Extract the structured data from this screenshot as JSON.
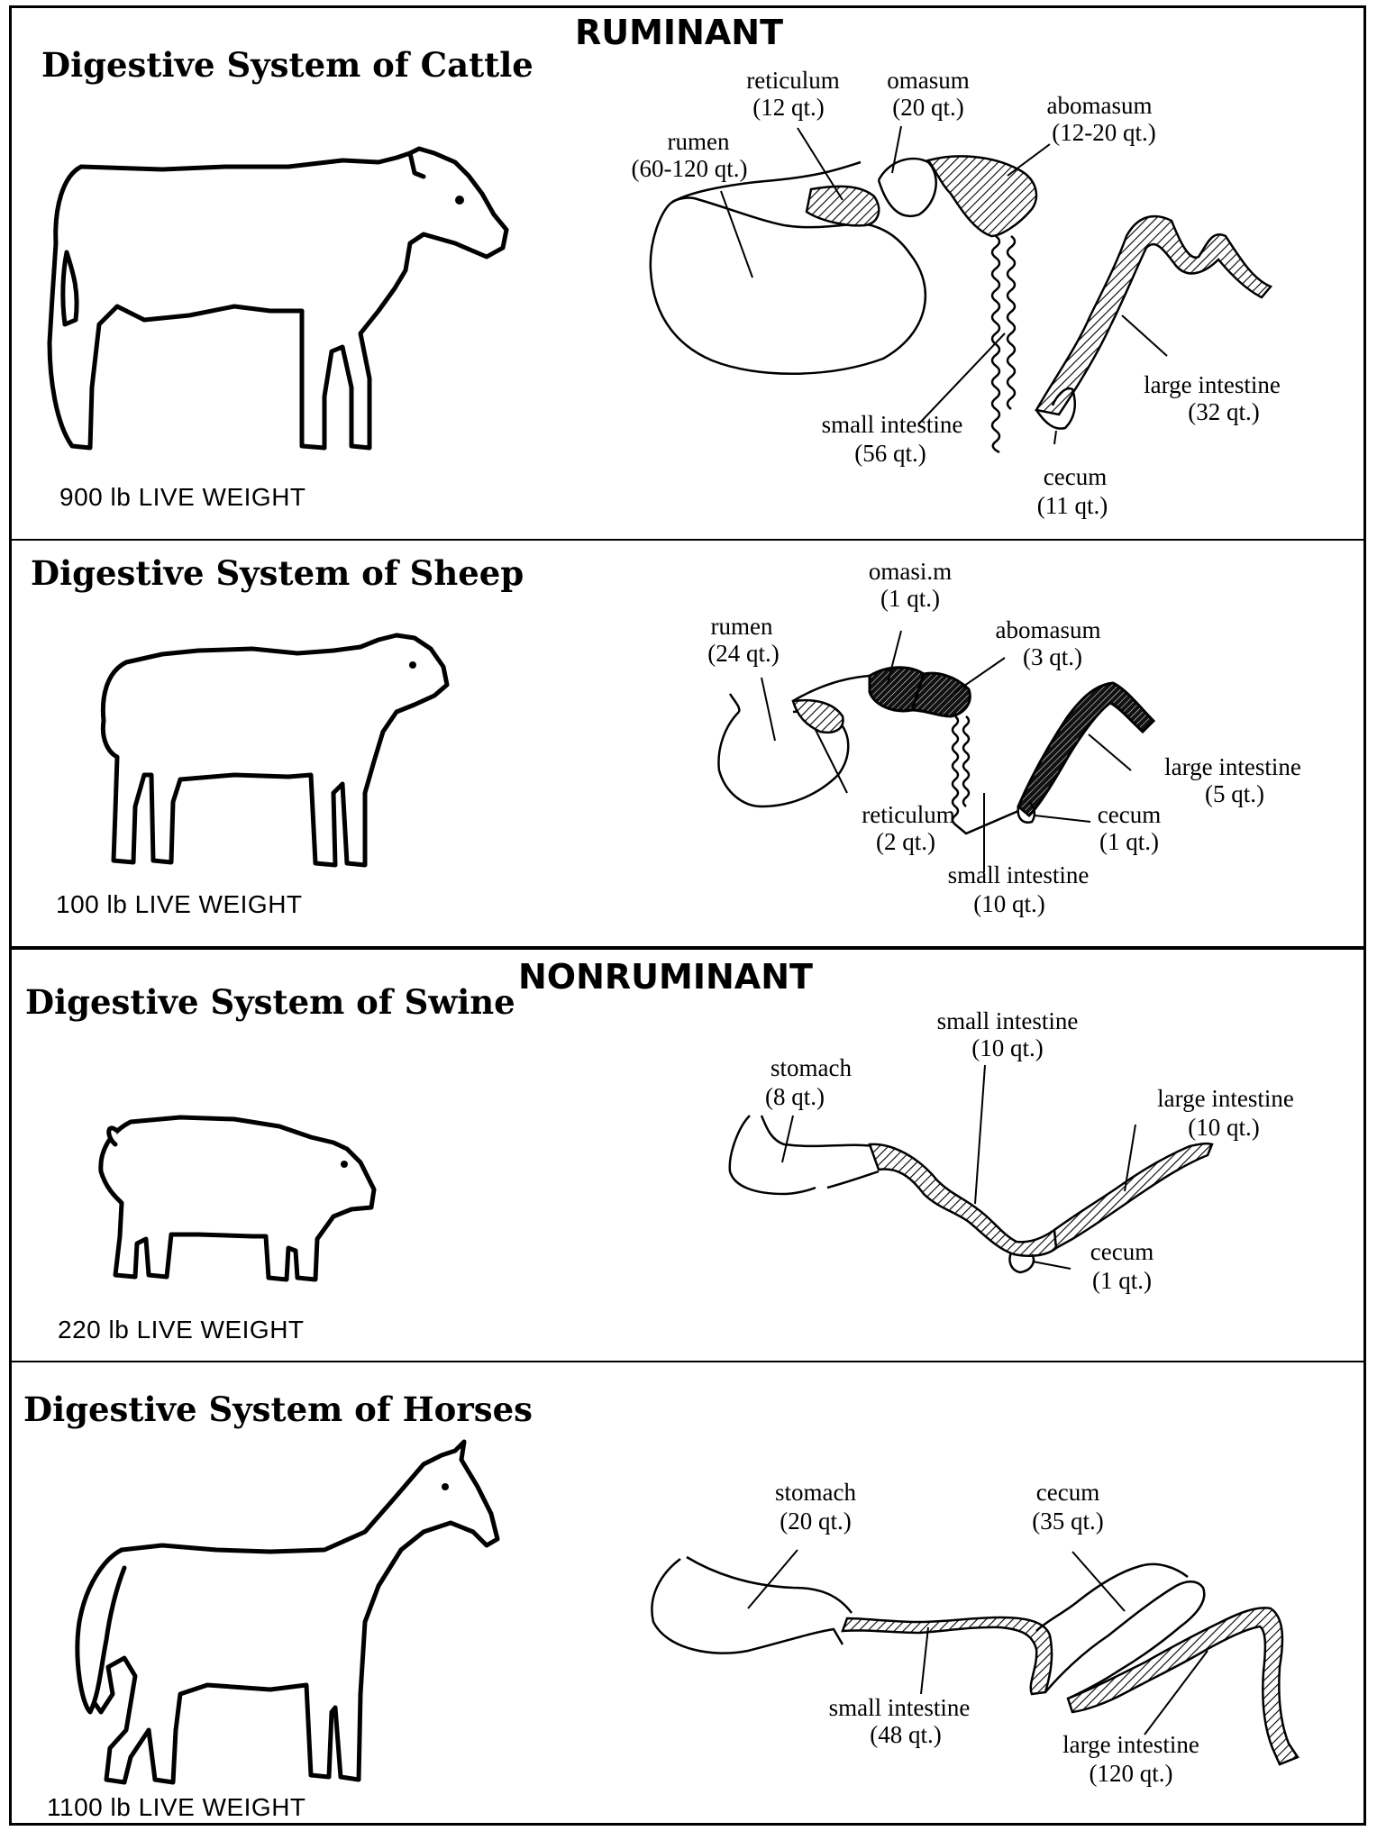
{
  "categories": {
    "ruminant": "RUMINANT",
    "nonruminant": "NONRUMINANT"
  },
  "cattle": {
    "title": "Digestive System of Cattle",
    "weight": "900 lb  LIVE WEIGHT",
    "labels": {
      "reticulum": "reticulum",
      "reticulum_qty": "(12 qt.)",
      "omasum": "omasum",
      "omasum_qty": "(20 qt.)",
      "abomasum": "abomasum",
      "abomasum_qty": "(12-20 qt.)",
      "rumen": "rumen",
      "rumen_qty": "(60-120 qt.)",
      "small_intestine": "small intestine",
      "small_intestine_qty": "(56 qt.)",
      "large_intestine": "large intestine",
      "large_intestine_qty": "(32 qt.)",
      "cecum": "cecum",
      "cecum_qty": "(11 qt.)"
    }
  },
  "sheep": {
    "title": "Digestive System of Sheep",
    "weight": "100 lb  LIVE WEIGHT",
    "labels": {
      "omasum": "omasi.m",
      "omasum_qty": "(1 qt.)",
      "rumen": "rumen",
      "rumen_qty": "(24 qt.)",
      "abomasum": "abomasum",
      "abomasum_qty": "(3 qt.)",
      "large_intestine": "large intestine",
      "large_intestine_qty": "(5 qt.)",
      "reticulum": "reticulum",
      "reticulum_qty": "(2 qt.)",
      "cecum": "cecum",
      "cecum_qty": "(1 qt.)",
      "small_intestine": "small intestine",
      "small_intestine_qty": "(10 qt.)"
    }
  },
  "swine": {
    "title": "Digestive System of Swine",
    "weight": "220 lb  LIVE WEIGHT",
    "labels": {
      "small_intestine": "small intestine",
      "small_intestine_qty": "(10 qt.)",
      "stomach": "stomach",
      "stomach_qty": "(8 qt.)",
      "large_intestine": "large intestine",
      "large_intestine_qty": "(10 qt.)",
      "cecum": "cecum",
      "cecum_qty": "(1 qt.)"
    }
  },
  "horses": {
    "title": "Digestive System of Horses",
    "weight": "1100 lb  LIVE WEIGHT",
    "labels": {
      "stomach": "stomach",
      "stomach_qty": "(20 qt.)",
      "cecum": "cecum",
      "cecum_qty": "(35 qt.)",
      "small_intestine": "small intestine",
      "small_intestine_qty": "(48 qt.)",
      "large_intestine": "large intestine",
      "large_intestine_qty": "(120 qt.)"
    }
  }
}
